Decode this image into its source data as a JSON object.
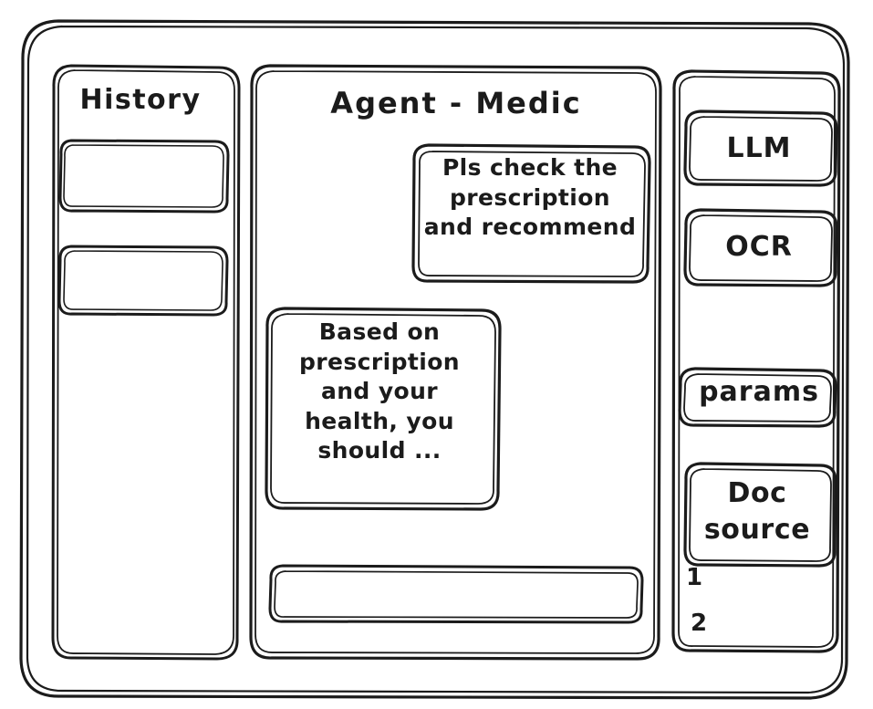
{
  "app": {
    "style": "hand-drawn-wireframe",
    "stroke_color": "#1b1b1b",
    "background_color": "#ffffff"
  },
  "sidebar": {
    "title": "History",
    "items": [
      {
        "label": "",
        "name": "history-item-1"
      },
      {
        "label": "",
        "name": "history-item-2"
      }
    ]
  },
  "main": {
    "title": "Agent - Medic",
    "messages": [
      {
        "role": "user",
        "text": "Pls check the\nprescription\nand recommend"
      },
      {
        "role": "agent",
        "text": "Based on\nprescription\nand your\nhealth, you\nshould ..."
      }
    ],
    "composer": {
      "value": "",
      "placeholder": ""
    }
  },
  "tools": {
    "items": [
      {
        "label": "LLM",
        "name": "tool-llm"
      },
      {
        "label": "OCR",
        "name": "tool-ocr"
      },
      {
        "label": "params",
        "name": "tool-params"
      },
      {
        "label": "Doc\nsource",
        "name": "tool-doc-source"
      }
    ],
    "doc_list": [
      {
        "label": "1"
      },
      {
        "label": "2"
      }
    ]
  }
}
